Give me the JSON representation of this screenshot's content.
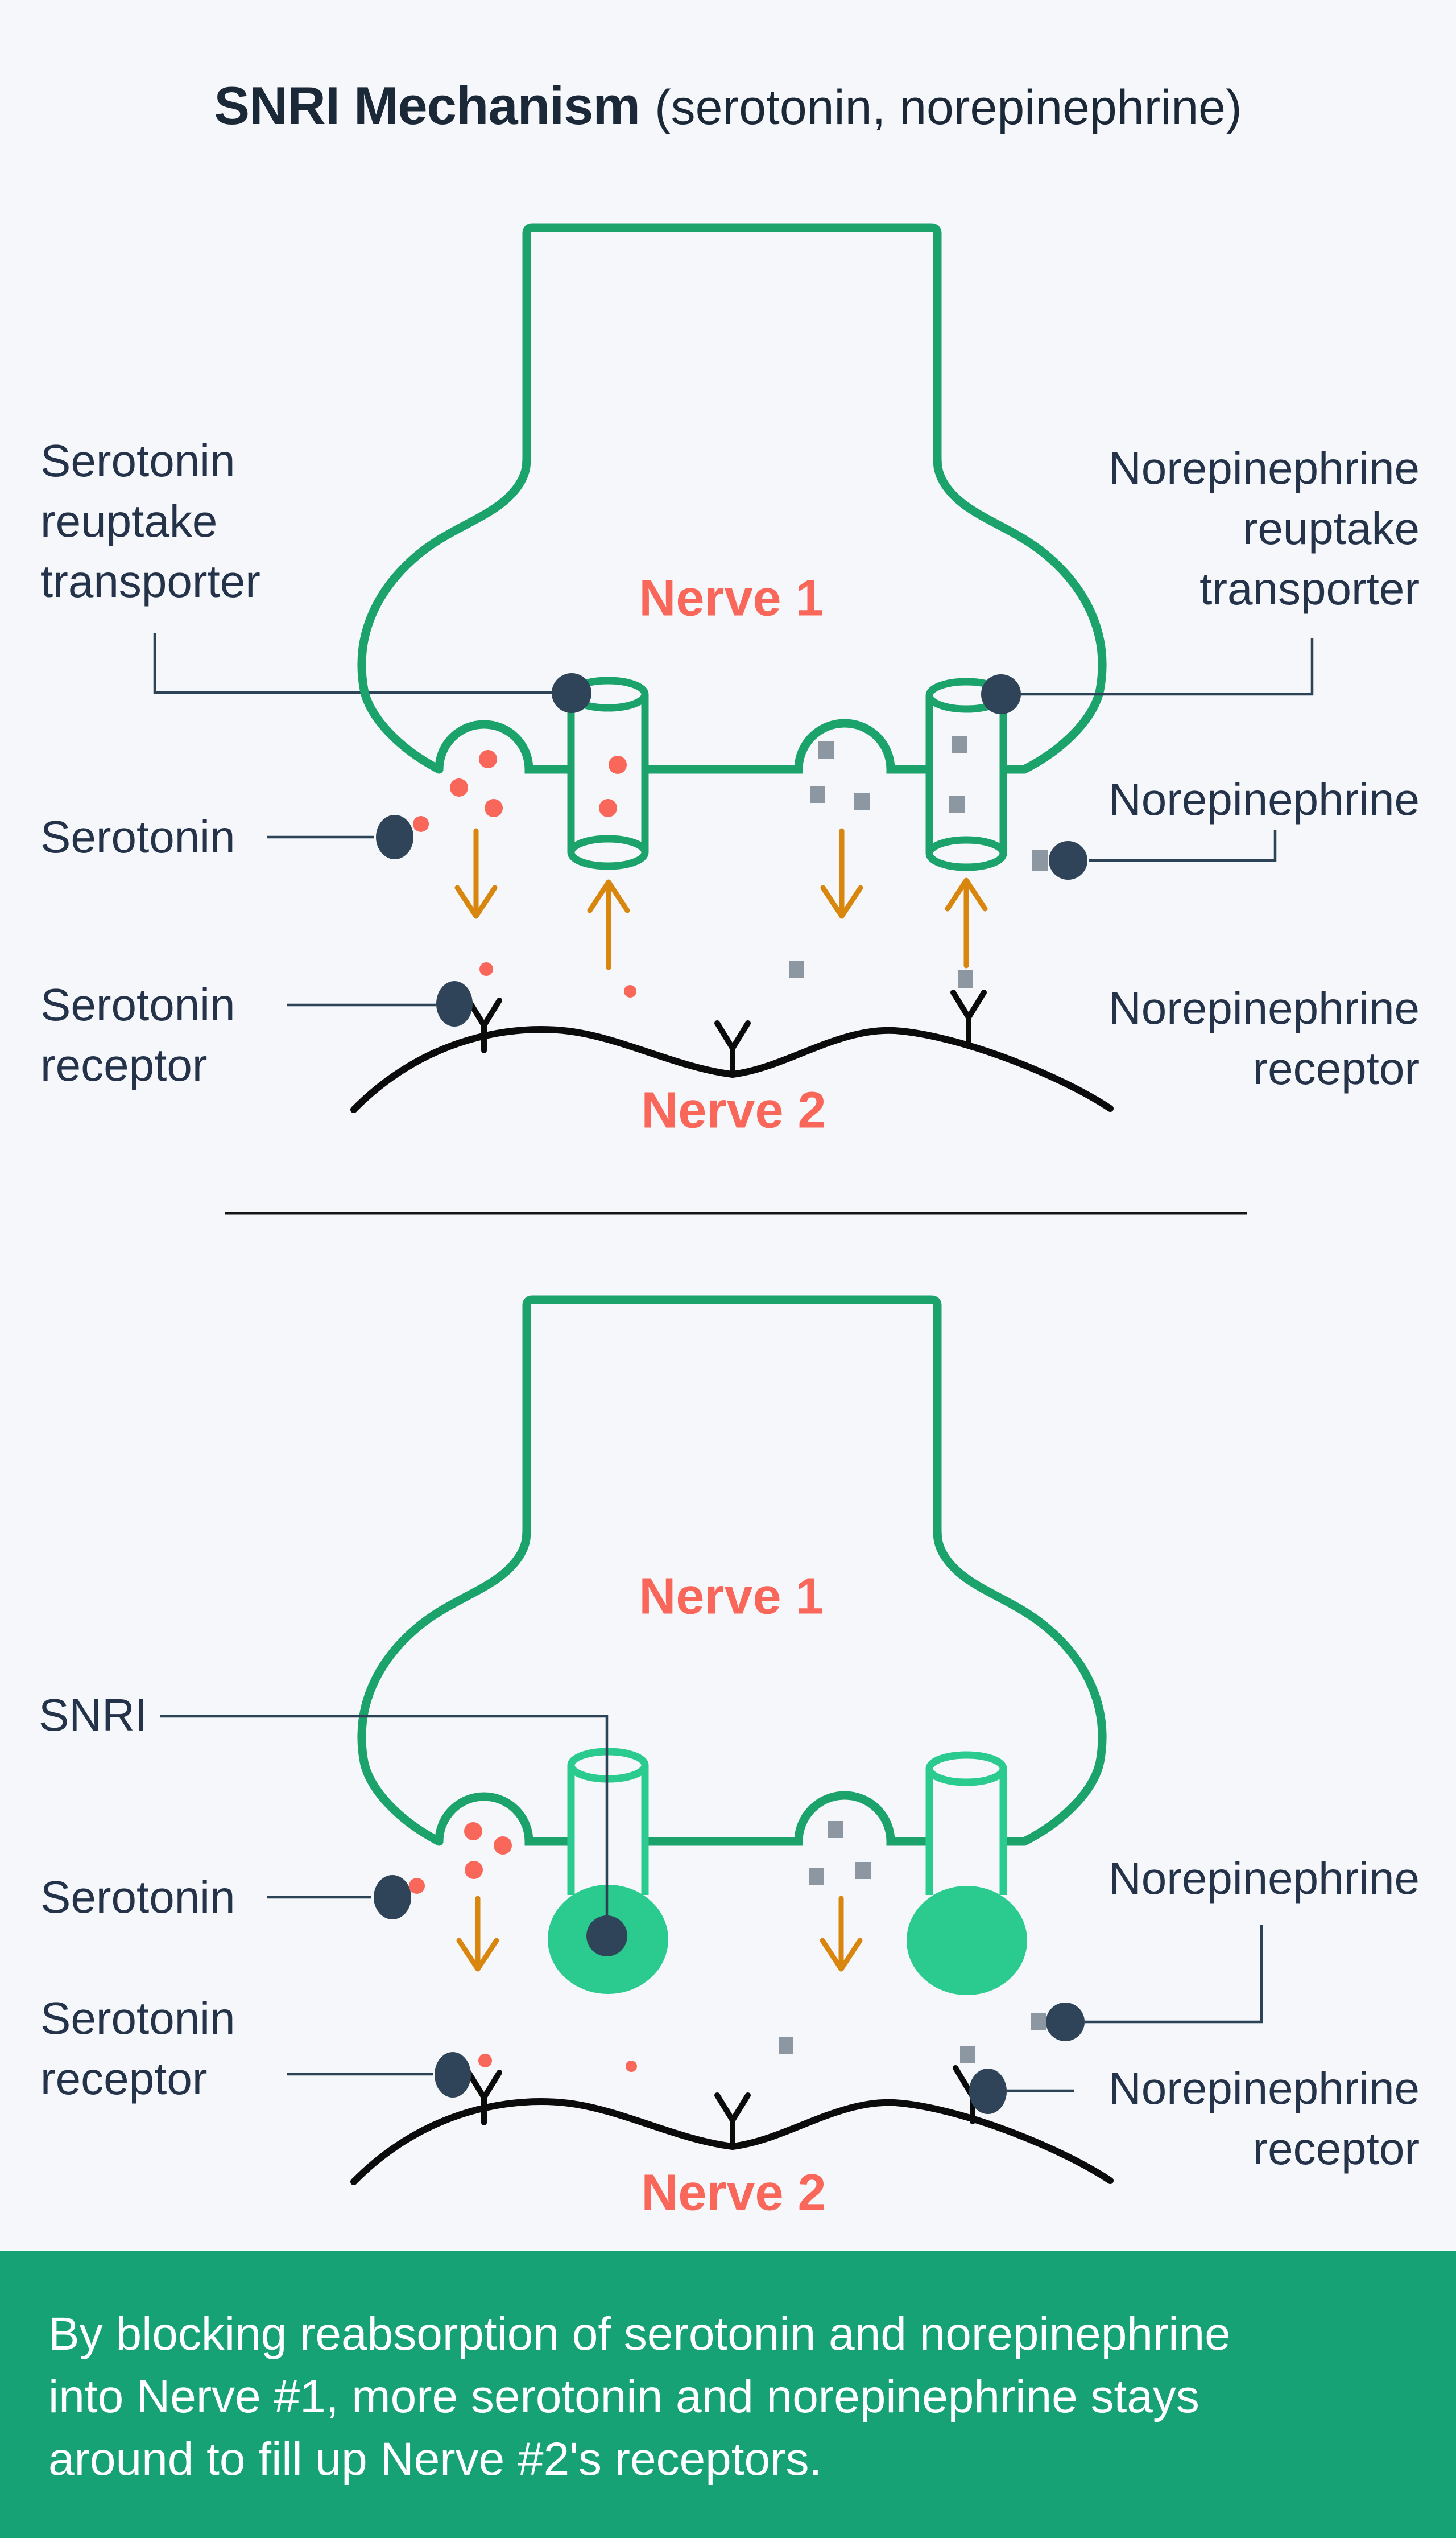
{
  "title": {
    "bold": "SNRI Mechanism",
    "paren": "(serotonin, norepinephrine)"
  },
  "top": {
    "nerve1": "Nerve 1",
    "nerve2": "Nerve 2",
    "labels": {
      "serotonin_reuptake_transporter": "Serotonin\nreuptake\ntransporter",
      "serotonin": "Serotonin",
      "serotonin_receptor": "Serotonin\nreceptor",
      "norepinephrine_reuptake_transporter": "Norepinephrine\nreuptake\ntransporter",
      "norepinephrine": "Norepinephrine",
      "norepinephrine_receptor": "Norepinephrine\nreceptor"
    }
  },
  "bottom": {
    "nerve1": "Nerve 1",
    "nerve2": "Nerve 2",
    "labels": {
      "snri": "SNRI",
      "serotonin": "Serotonin",
      "serotonin_receptor": "Serotonin\nreceptor",
      "norepinephrine": "Norepinephrine",
      "norepinephrine_receptor": "Norepinephrine\nreceptor"
    }
  },
  "banner": {
    "text": "By blocking reabsorption of serotonin and norepinephrine\ninto Nerve #1, more serotonin and norepinephrine stays\naround to fill up Nerve #2's receptors."
  },
  "colors": {
    "bg": "#f5f7fa",
    "green": "#1ca36b",
    "mint": "#2bcb90",
    "navy": "#2f4458",
    "ink": "#24334a",
    "title": "#1b2838",
    "coral": "#f9675a",
    "orange": "#d8860e",
    "gray": "#8d97a1",
    "line": "#2c4257",
    "black": "#0b0b0b",
    "banner": "#16a274"
  }
}
